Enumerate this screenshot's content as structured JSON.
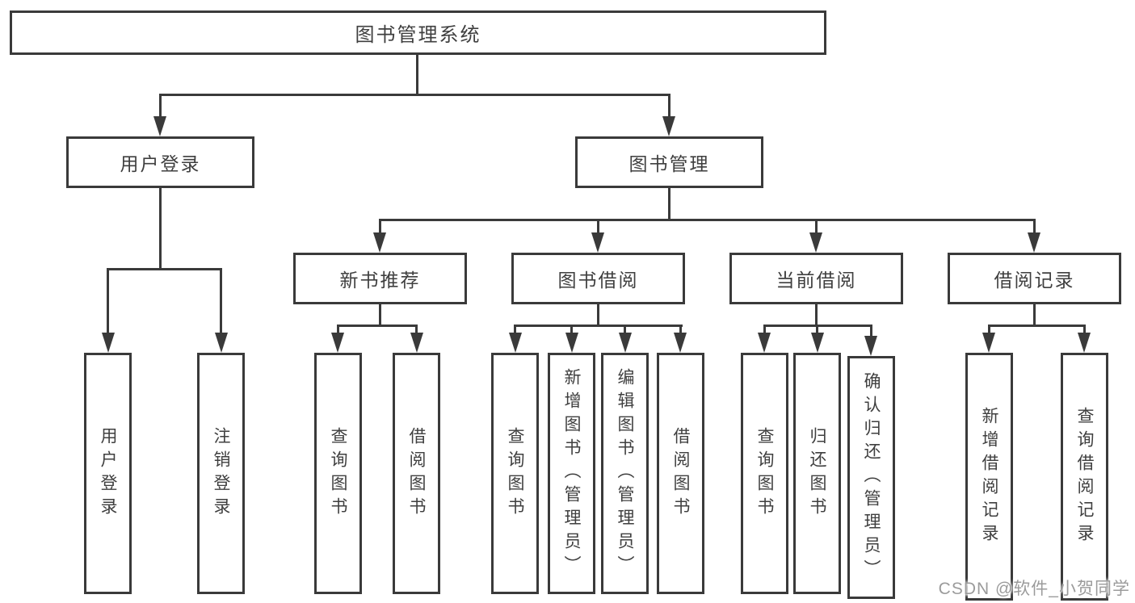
{
  "tree": {
    "root": {
      "label": "图书管理系统"
    },
    "branches": [
      {
        "label": "用户登录",
        "children": [
          {
            "label": "用户登录"
          },
          {
            "label": "注销登录"
          }
        ]
      },
      {
        "label": "图书管理",
        "children": [
          {
            "label": "新书推荐",
            "children": [
              {
                "label": "查询图书"
              },
              {
                "label": "借阅图书"
              }
            ]
          },
          {
            "label": "图书借阅",
            "children": [
              {
                "label": "查询图书"
              },
              {
                "label": "新增图书（管理员）"
              },
              {
                "label": "编辑图书（管理员）"
              },
              {
                "label": "借阅图书"
              }
            ]
          },
          {
            "label": "当前借阅",
            "children": [
              {
                "label": "查询图书"
              },
              {
                "label": "归还图书"
              },
              {
                "label": "确认归还（管理员）"
              }
            ]
          },
          {
            "label": "借阅记录",
            "children": [
              {
                "label": "新增借阅记录"
              },
              {
                "label": "查询借阅记录"
              }
            ]
          }
        ]
      }
    ]
  },
  "watermark": "CSDN @软件_小贺同学",
  "colors": {
    "line": "#3a3a3a",
    "text": "#3f3f3f",
    "background": "#ffffff",
    "watermark": "#9b9b9b"
  }
}
